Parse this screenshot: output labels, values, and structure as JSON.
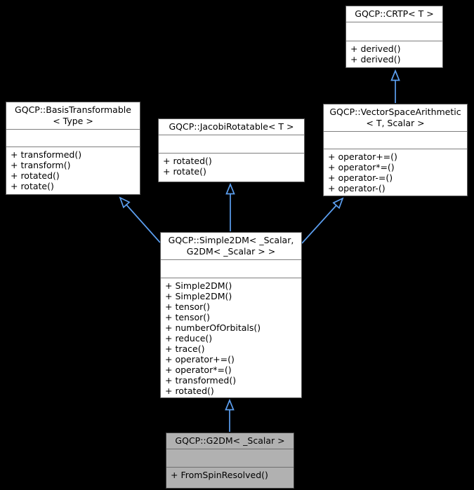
{
  "diagram": {
    "type": "uml-inheritance-graph",
    "background_color": "#000000",
    "arrow_color": "#5c9ff0",
    "node_fill": "#ffffff",
    "node_border": "#5a5a5a",
    "highlight_fill": "#b1b1b1"
  },
  "classes": [
    {
      "name": "GQCP::CRTP< T >",
      "methods": [
        "+ derived()",
        "+ derived()"
      ]
    },
    {
      "name": "GQCP::BasisTransformable\n< Type >",
      "methods": [
        "+ transformed()",
        "+ transform()",
        "+ rotated()",
        "+ rotate()"
      ]
    },
    {
      "name": "GQCP::JacobiRotatable< T >",
      "methods": [
        "+ rotated()",
        "+ rotate()"
      ]
    },
    {
      "name": "GQCP::VectorSpaceArithmetic\n< T, Scalar >",
      "methods": [
        "+ operator+=()",
        "+ operator*=()",
        "+ operator-=()",
        "+ operator-()"
      ]
    },
    {
      "name": "GQCP::Simple2DM< _Scalar,\nG2DM< _Scalar > >",
      "methods": [
        "+ Simple2DM()",
        "+ Simple2DM()",
        "+ tensor()",
        "+ tensor()",
        "+ numberOfOrbitals()",
        "+ reduce()",
        "+ trace()",
        "+ operator+=()",
        "+ operator*=()",
        "+ transformed()",
        "+ rotated()"
      ]
    },
    {
      "name": "GQCP::G2DM< _Scalar >",
      "methods": [
        "+ FromSpinResolved()"
      ]
    }
  ]
}
